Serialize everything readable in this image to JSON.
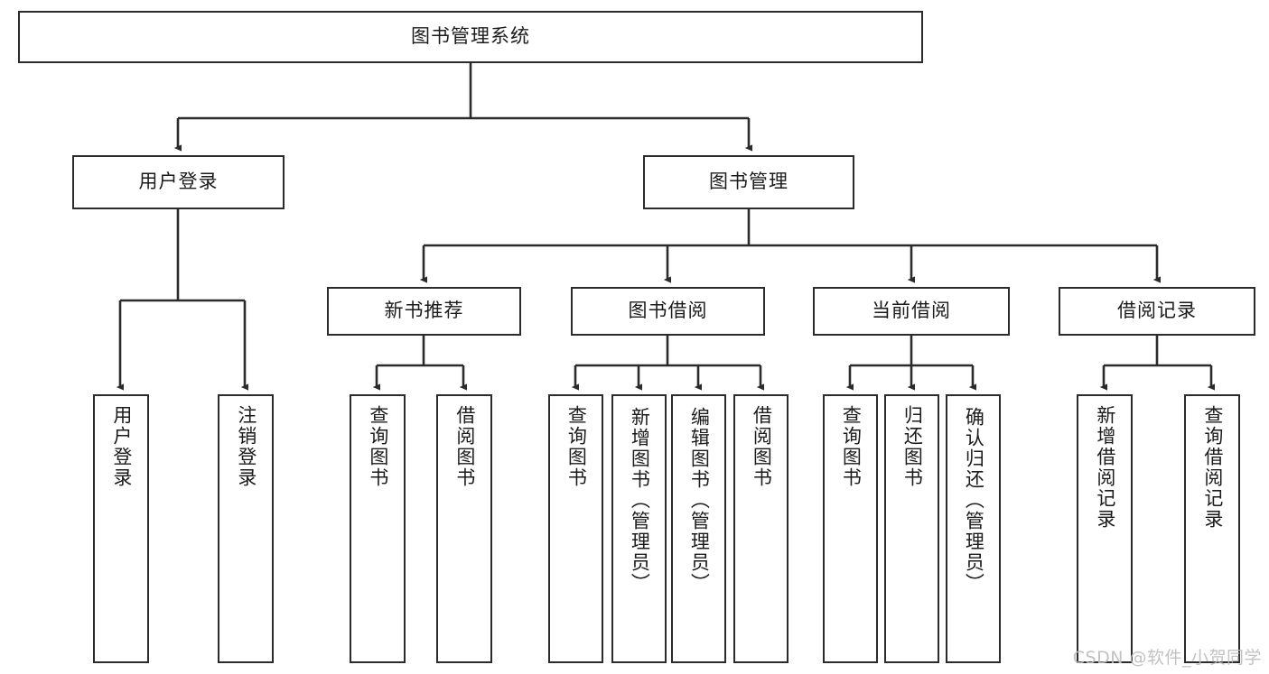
{
  "diagram": {
    "title": "图书管理系统",
    "root": {
      "label": "图书管理系统"
    },
    "tier1": [
      {
        "label": "用户登录"
      },
      {
        "label": "图书管理"
      }
    ],
    "tier2": [
      {
        "label": "新书推荐"
      },
      {
        "label": "图书借阅"
      },
      {
        "label": "当前借阅"
      },
      {
        "label": "借阅记录"
      }
    ],
    "leaves": {
      "user_login": [
        {
          "label": "用户登录"
        },
        {
          "label": "注销登录"
        }
      ],
      "new_book": [
        {
          "label": "查询图书"
        },
        {
          "label": "借阅图书"
        }
      ],
      "book_borrow": [
        {
          "label": "查询图书"
        },
        {
          "label": "新增图书（管理员）"
        },
        {
          "label": "编辑图书（管理员）"
        },
        {
          "label": "借阅图书"
        }
      ],
      "current_borrow": [
        {
          "label": "查询图书"
        },
        {
          "label": "归还图书"
        },
        {
          "label": "确认归还（管理员）"
        }
      ],
      "borrow_record": [
        {
          "label": "新增借阅记录"
        },
        {
          "label": "查询借阅记录"
        }
      ]
    }
  },
  "watermark": {
    "text": "CSDN @软件_小贺同学"
  },
  "colors": {
    "border": "#2b2b2b",
    "text": "#1b1b1b",
    "background": "#ffffff",
    "watermark": "#bdbdbd"
  }
}
